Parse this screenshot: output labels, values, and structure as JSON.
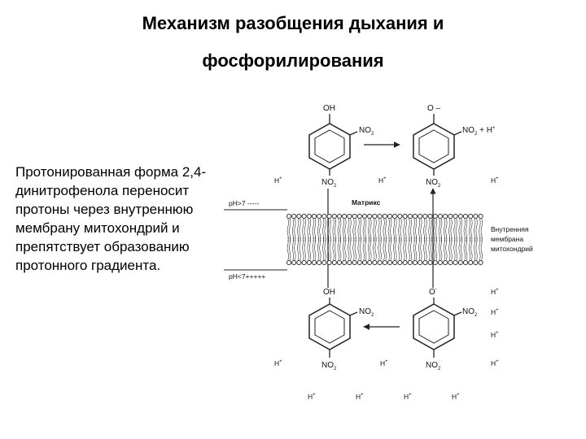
{
  "slide": {
    "title_line1": "Механизм разобщения дыхания и",
    "title_line2": "фосфорилирования",
    "description": "Протонированная форма 2,4-динитрофенола переносит протоны через внутреннюю мембрану митохондрий и препятствует образованию протонного градиента."
  },
  "diagram": {
    "oh": "OH",
    "o_minus_top": "O –",
    "o_minus_bottom": "O",
    "minus_sup": "-",
    "no2": "NO",
    "no2_sub": "2",
    "plus_h": "+ H",
    "h": "H",
    "plus_sup": "+",
    "ph_top": "pH>7 -----",
    "ph_bottom": "pH<7+++++",
    "matrix": "Матрикс",
    "membrane_line1": "Внутренняя",
    "membrane_line2": "мембрана",
    "membrane_line3": "митохондрий"
  }
}
